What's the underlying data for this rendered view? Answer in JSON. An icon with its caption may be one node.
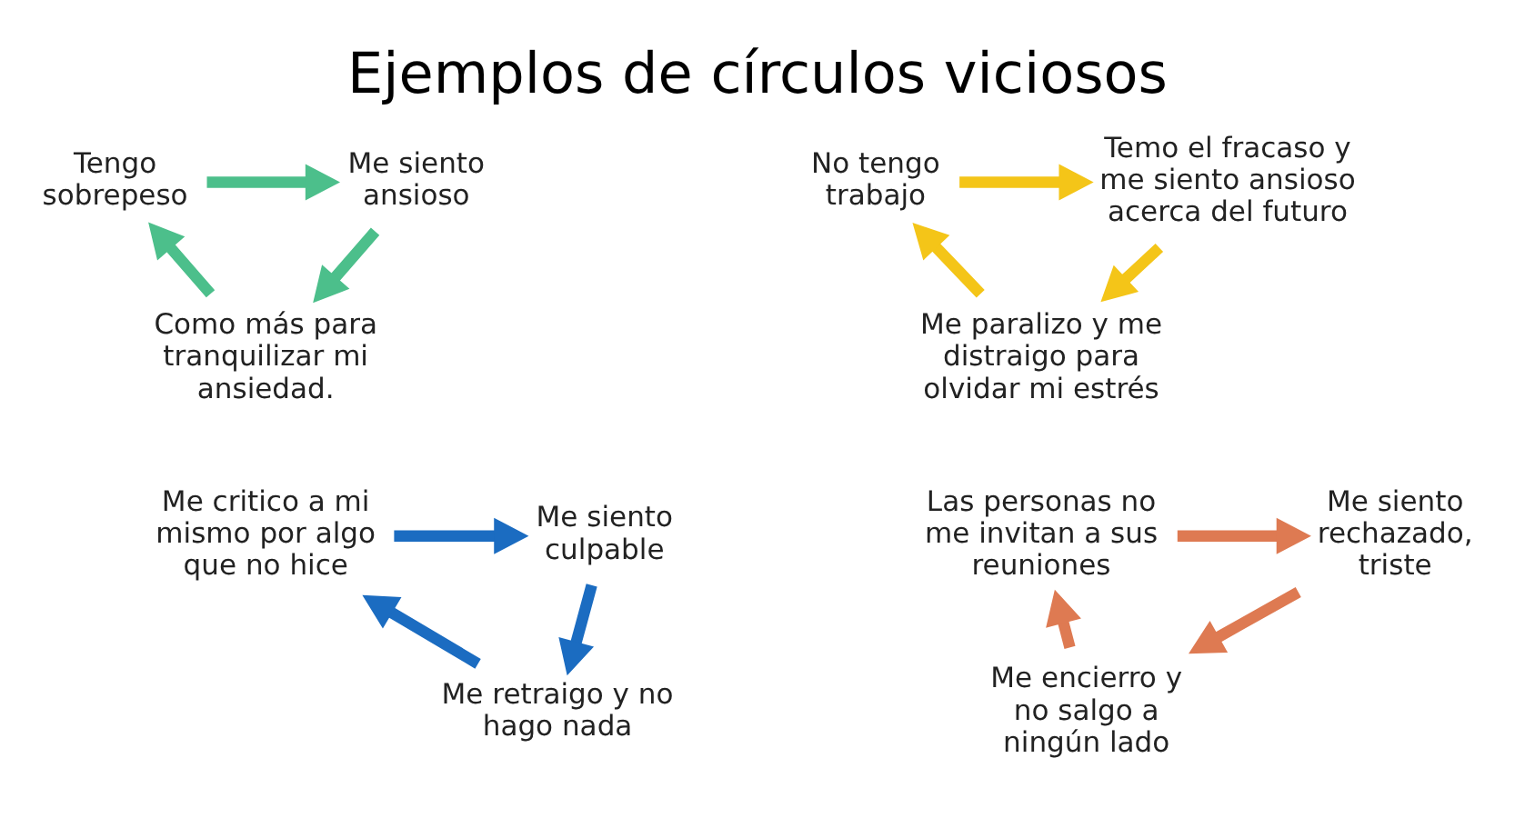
{
  "diagram": {
    "title": "Ejemplos de círculos viciosos",
    "nodes": [
      {
        "text": [
          "Tengo sobrepeso"
        ]
      },
      {
        "text": [
          "Me siento ansioso"
        ]
      },
      {
        "text": [
          "Como más para tranquilizar mi ansiedad."
        ]
      },
      {
        "text": [
          "No tengo trabajo"
        ]
      },
      {
        "text": [
          "Temo el fracaso y me siento ansioso acerca del futuro"
        ]
      },
      {
        "text": [
          "Me paralizo y me distraigo para olvidar mi estrés"
        ]
      },
      {
        "text": [
          "Me critico a mi mismo por algo que no hice"
        ]
      },
      {
        "text": [
          "Me siento culpable"
        ]
      },
      {
        "text": [
          "Me retraigo y no hago nada"
        ]
      },
      {
        "text": [
          "Las personas no me invitan a sus reuniones"
        ]
      },
      {
        "text": [
          "Me siento rechazado, triste"
        ]
      },
      {
        "text": [
          "Me encierro y no salgo a ningún lado"
        ]
      }
    ],
    "edges": [
      {
        "from": 0,
        "to": 1,
        "arrow": "to",
        "color": "#4cbf8b"
      },
      {
        "from": 1,
        "to": 2,
        "arrow": "to",
        "color": "#4cbf8b"
      },
      {
        "from": 2,
        "to": 0,
        "arrow": "to",
        "color": "#4cbf8b"
      },
      {
        "from": 3,
        "to": 4,
        "arrow": "to",
        "color": "#f4c518"
      },
      {
        "from": 4,
        "to": 5,
        "arrow": "to",
        "color": "#f4c518"
      },
      {
        "from": 5,
        "to": 3,
        "arrow": "to",
        "color": "#f4c518"
      },
      {
        "from": 6,
        "to": 7,
        "arrow": "to",
        "color": "#1b6cc1"
      },
      {
        "from": 7,
        "to": 8,
        "arrow": "to",
        "color": "#1b6cc1"
      },
      {
        "from": 8,
        "to": 6,
        "arrow": "to",
        "color": "#1b6cc1"
      },
      {
        "from": 9,
        "to": 10,
        "arrow": "to",
        "color": "#de7a52"
      },
      {
        "from": 10,
        "to": 11,
        "arrow": "to",
        "color": "#de7a52"
      },
      {
        "from": 11,
        "to": 9,
        "arrow": "to",
        "color": "#de7a52"
      }
    ]
  }
}
